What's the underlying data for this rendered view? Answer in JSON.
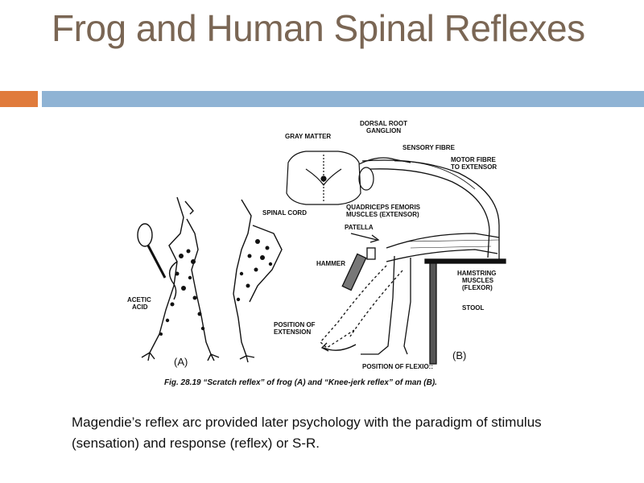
{
  "slide": {
    "title": "Frog and Human Spinal Reflexes",
    "body": "Magendie’s reflex arc provided later psychology with the paradigm of stimulus (sensation) and response (reflex) or S-R."
  },
  "figure": {
    "labels": {
      "gray_matter": "GRAY MATTER",
      "dorsal_root_1": "DORSAL ROOT",
      "dorsal_root_2": "GANGLION",
      "sensory_fibre": "SENSORY FIBRE",
      "motor_fibre_1": "MOTOR FIBRE",
      "motor_fibre_2": "TO EXTENSOR",
      "spinal_cord": "SPINAL CORD",
      "quadriceps_1": "QUADRICEPS FEMORIS",
      "quadriceps_2": "MUSCLES (EXTENSOR)",
      "patella": "PATELLA",
      "hammer": "HAMMER",
      "hamstring_1": "HAMSTRING",
      "hamstring_2": "MUSCLES",
      "hamstring_3": "(FLEXOR)",
      "stool": "STOOL",
      "acetic_1": "ACETIC",
      "acetic_2": "ACID",
      "position_extension_1": "POSITION OF",
      "position_extension_2": "EXTENSION",
      "position_flexion": "POSITION OF FLEXIO::",
      "panel_a": "(A)",
      "panel_b": "(B)"
    },
    "caption": "Fig. 28.19 “Scratch reflex” of frog (A) and “Knee-jerk reflex” of man (B)."
  },
  "colors": {
    "title": "#7a6654",
    "accent_orange": "#e07b3c",
    "accent_blue": "#8fb3d4"
  }
}
